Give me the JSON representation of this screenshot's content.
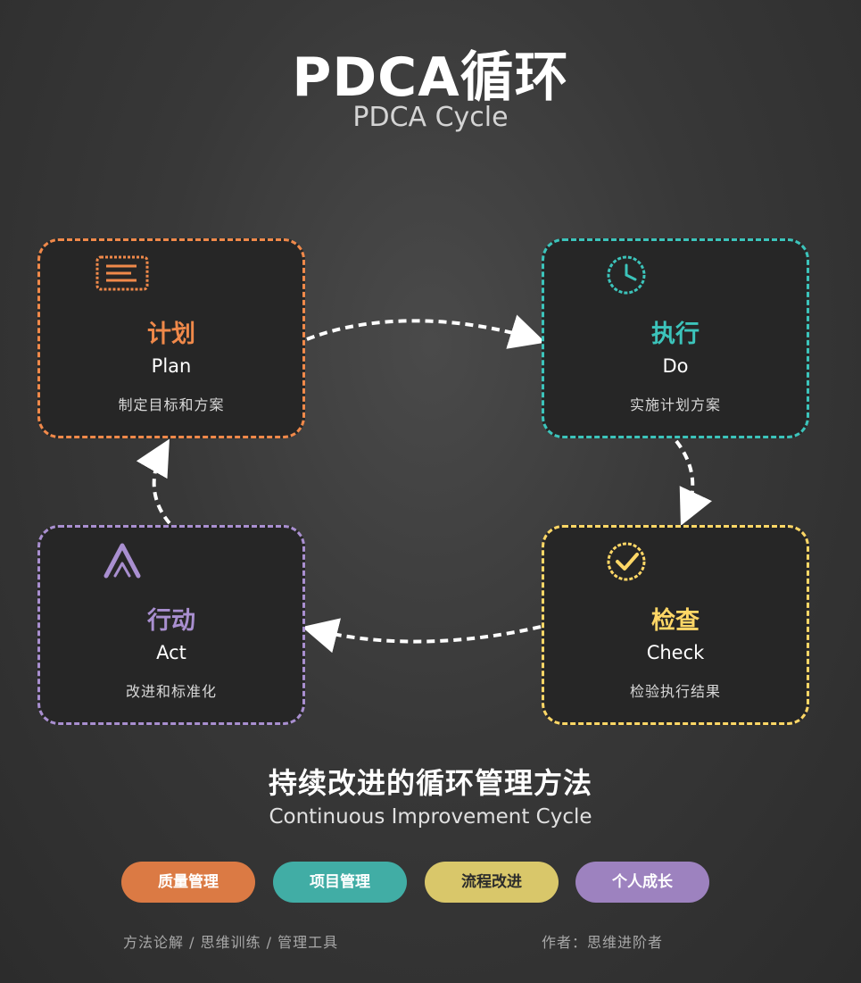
{
  "header": {
    "title": "PDCA循环",
    "subtitle": "PDCA Cycle"
  },
  "colors": {
    "plan": "#f0894a",
    "do": "#3cc4bb",
    "check": "#ffd766",
    "act": "#a98fd0",
    "arrow": "#ffffff"
  },
  "cards": {
    "plan": {
      "zh": "计划",
      "en": "Plan",
      "desc": "制定目标和方案",
      "icon": "list-icon"
    },
    "do": {
      "zh": "执行",
      "en": "Do",
      "desc": "实施计划方案",
      "icon": "clock-icon"
    },
    "check": {
      "zh": "检查",
      "en": "Check",
      "desc": "检验执行结果",
      "icon": "check-circle-icon"
    },
    "act": {
      "zh": "行动",
      "en": "Act",
      "desc": "改进和标准化",
      "icon": "chevron-up-icon"
    }
  },
  "summary": {
    "zh": "持续改进的循环管理方法",
    "en": "Continuous Improvement Cycle"
  },
  "tags": [
    "质量管理",
    "项目管理",
    "流程改进",
    "个人成长"
  ],
  "footer": {
    "left": "方法论解 / 思维训练 / 管理工具",
    "right": "作者：思维进阶者"
  }
}
